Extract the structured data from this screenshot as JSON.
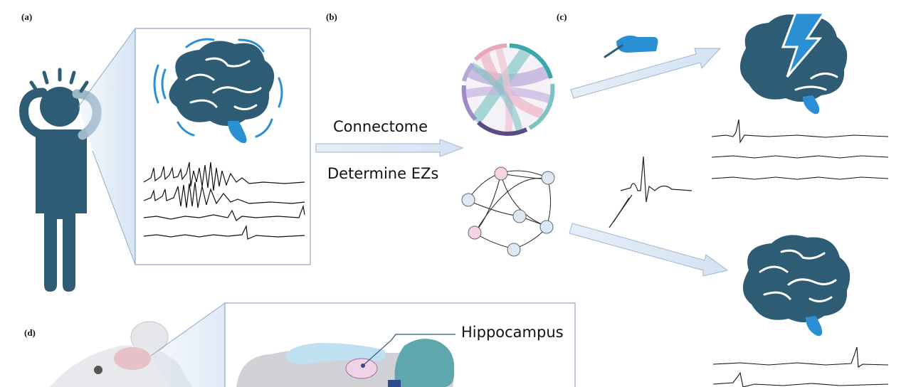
{
  "panels": {
    "a": "(a)",
    "b": "(b)",
    "c": "(c)",
    "d": "(d)"
  },
  "labels": {
    "connectome": "Connectome",
    "determine": "Determine EZs",
    "hippocampus": "Hippocampus"
  },
  "colors": {
    "dark_blue": "#2e5c74",
    "bright_blue": "#2b8fd3",
    "light_blue": "#dbe8f5",
    "frame": "#8aa7c9",
    "node_pink": "#f3d3e4",
    "node_blue": "#dde8f5"
  }
}
